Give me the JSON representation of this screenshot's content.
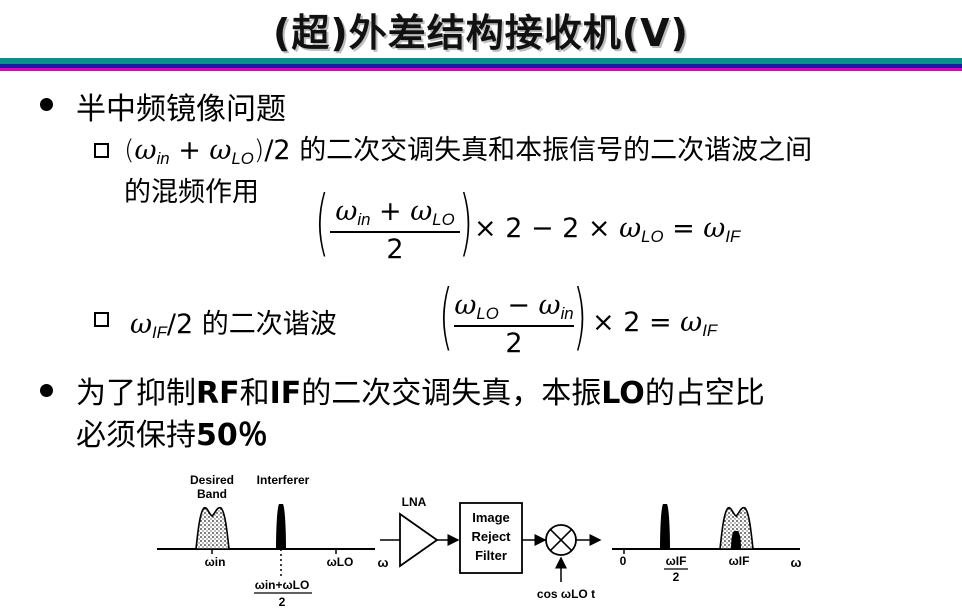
{
  "title": "(超)外差结构接收机(V)",
  "bullet1": "半中频镜像问题",
  "item1": {
    "paren_open": "(",
    "w": "ω",
    "in": "in",
    "plus": " + ",
    "LO": "LO",
    "paren_close": ")",
    "slash2": "/2",
    "text": "的二次交调失真和本振信号的二次谐波之间",
    "text2": "的混频作用"
  },
  "eq1": {
    "num_w1": "ω",
    "num_in": "in",
    "num_plus": " + ",
    "num_w2": "ω",
    "num_LO": "LO",
    "den": "2",
    "rhs": "× 2 − 2 × ",
    "rhs_w": "ω",
    "rhs_LO": "LO",
    "eq": " = ",
    "eq_w": "ω",
    "IF": "IF"
  },
  "item2": {
    "w": "ω",
    "IF": "IF",
    "slash2": "/2",
    "text": "的二次谐波"
  },
  "eq2": {
    "num_w1": "ω",
    "num_LO": "LO",
    "num_minus": " − ",
    "num_w2": "ω",
    "num_in": "in",
    "den": "2",
    "rhs": "× 2 = ",
    "rhs_w": "ω",
    "IF": "IF"
  },
  "bullet2": {
    "p1": "为了抑制",
    "b1": "RF",
    "p2": "和",
    "b2": "IF",
    "p3": "的二次交调失真，本振",
    "b3": "LO",
    "p4": "的占空比",
    "line2a": "必须保持",
    "line2b": "50％"
  },
  "diagram": {
    "desired": "Desired",
    "band": "Band",
    "interferer": "Interferer",
    "w_in": "ωin",
    "w_LO": "ωLO",
    "w_axis": "ω",
    "sum_top": "ωin+ωLO",
    "sum_bottom": "2",
    "lna": "LNA",
    "filter1": "Image",
    "filter2": "Reject",
    "filter3": "Filter",
    "cos": "cos ωLO t",
    "zero": "0",
    "wif_half_top": "ωIF",
    "wif_half_bottom": "2",
    "w_IF": "ωIF",
    "w_axis2": "ω"
  }
}
